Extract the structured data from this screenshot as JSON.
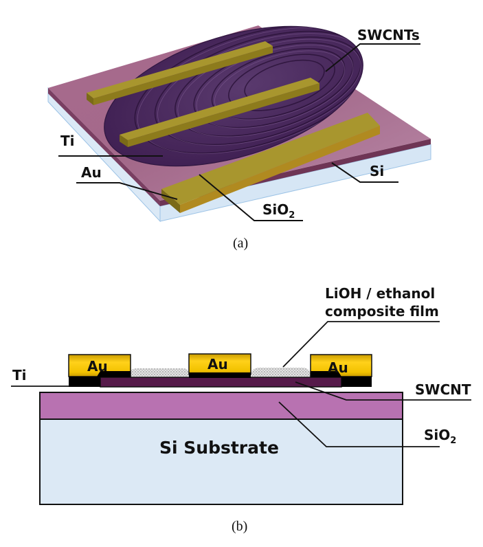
{
  "panel_a": {
    "caption": "(a)",
    "labels": {
      "swcnts": "SWCNTs",
      "ti": "Ti",
      "au": "Au",
      "si": "Si",
      "sio2_base": "SiO",
      "sio2_sub": "2"
    },
    "colors": {
      "sio2_top": "#a3698a",
      "sio2_edge": "#6e3555",
      "si_slab": "#dbe9f6",
      "si_edge": "#9cc3e6",
      "swcnt_disc": "#4d2a5e",
      "swcnt_ring": "#2f1740",
      "au_top": "#a8962e",
      "au_side": "#7a6a18"
    }
  },
  "panel_b": {
    "caption": "(b)",
    "labels": {
      "film_line1": "LiOH / ethanol",
      "film_line2": "composite film",
      "ti": "Ti",
      "swcnt": "SWCNT",
      "sio2_base": "SiO",
      "sio2_sub": "2",
      "substrate": "Si Substrate",
      "au_pads": [
        "Au",
        "Au",
        "Au"
      ]
    },
    "colors": {
      "au": "#f2c200",
      "au_dark": "#c79a00",
      "ti": "#000000",
      "swcnt": "#561a4a",
      "sio2": "#b872b1",
      "si": "#dce9f5",
      "film": "#d0d0d0"
    }
  }
}
